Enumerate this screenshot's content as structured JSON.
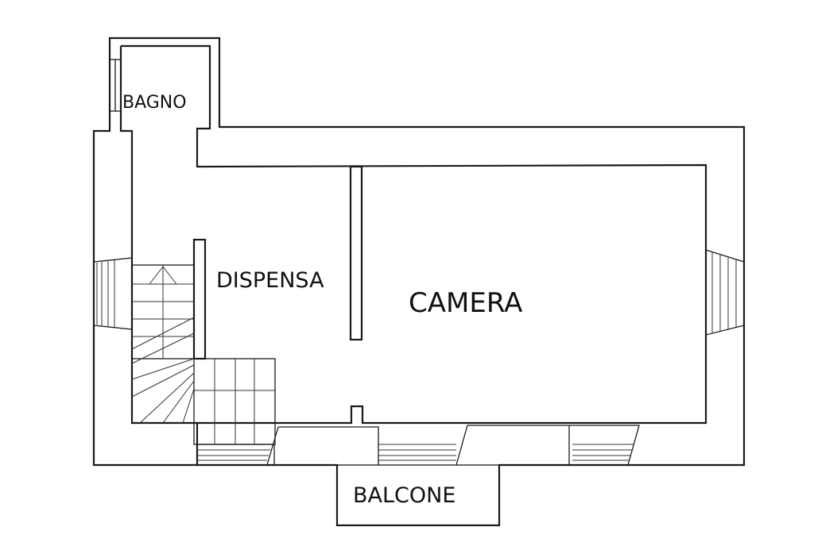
{
  "rooms": {
    "bagno": "BAGNO",
    "dispensa": "DISPENSA",
    "camera": "CAMERA",
    "balcone": "BALCONE"
  },
  "colors": {
    "background": "#ffffff",
    "line": "#1a1a1a"
  }
}
